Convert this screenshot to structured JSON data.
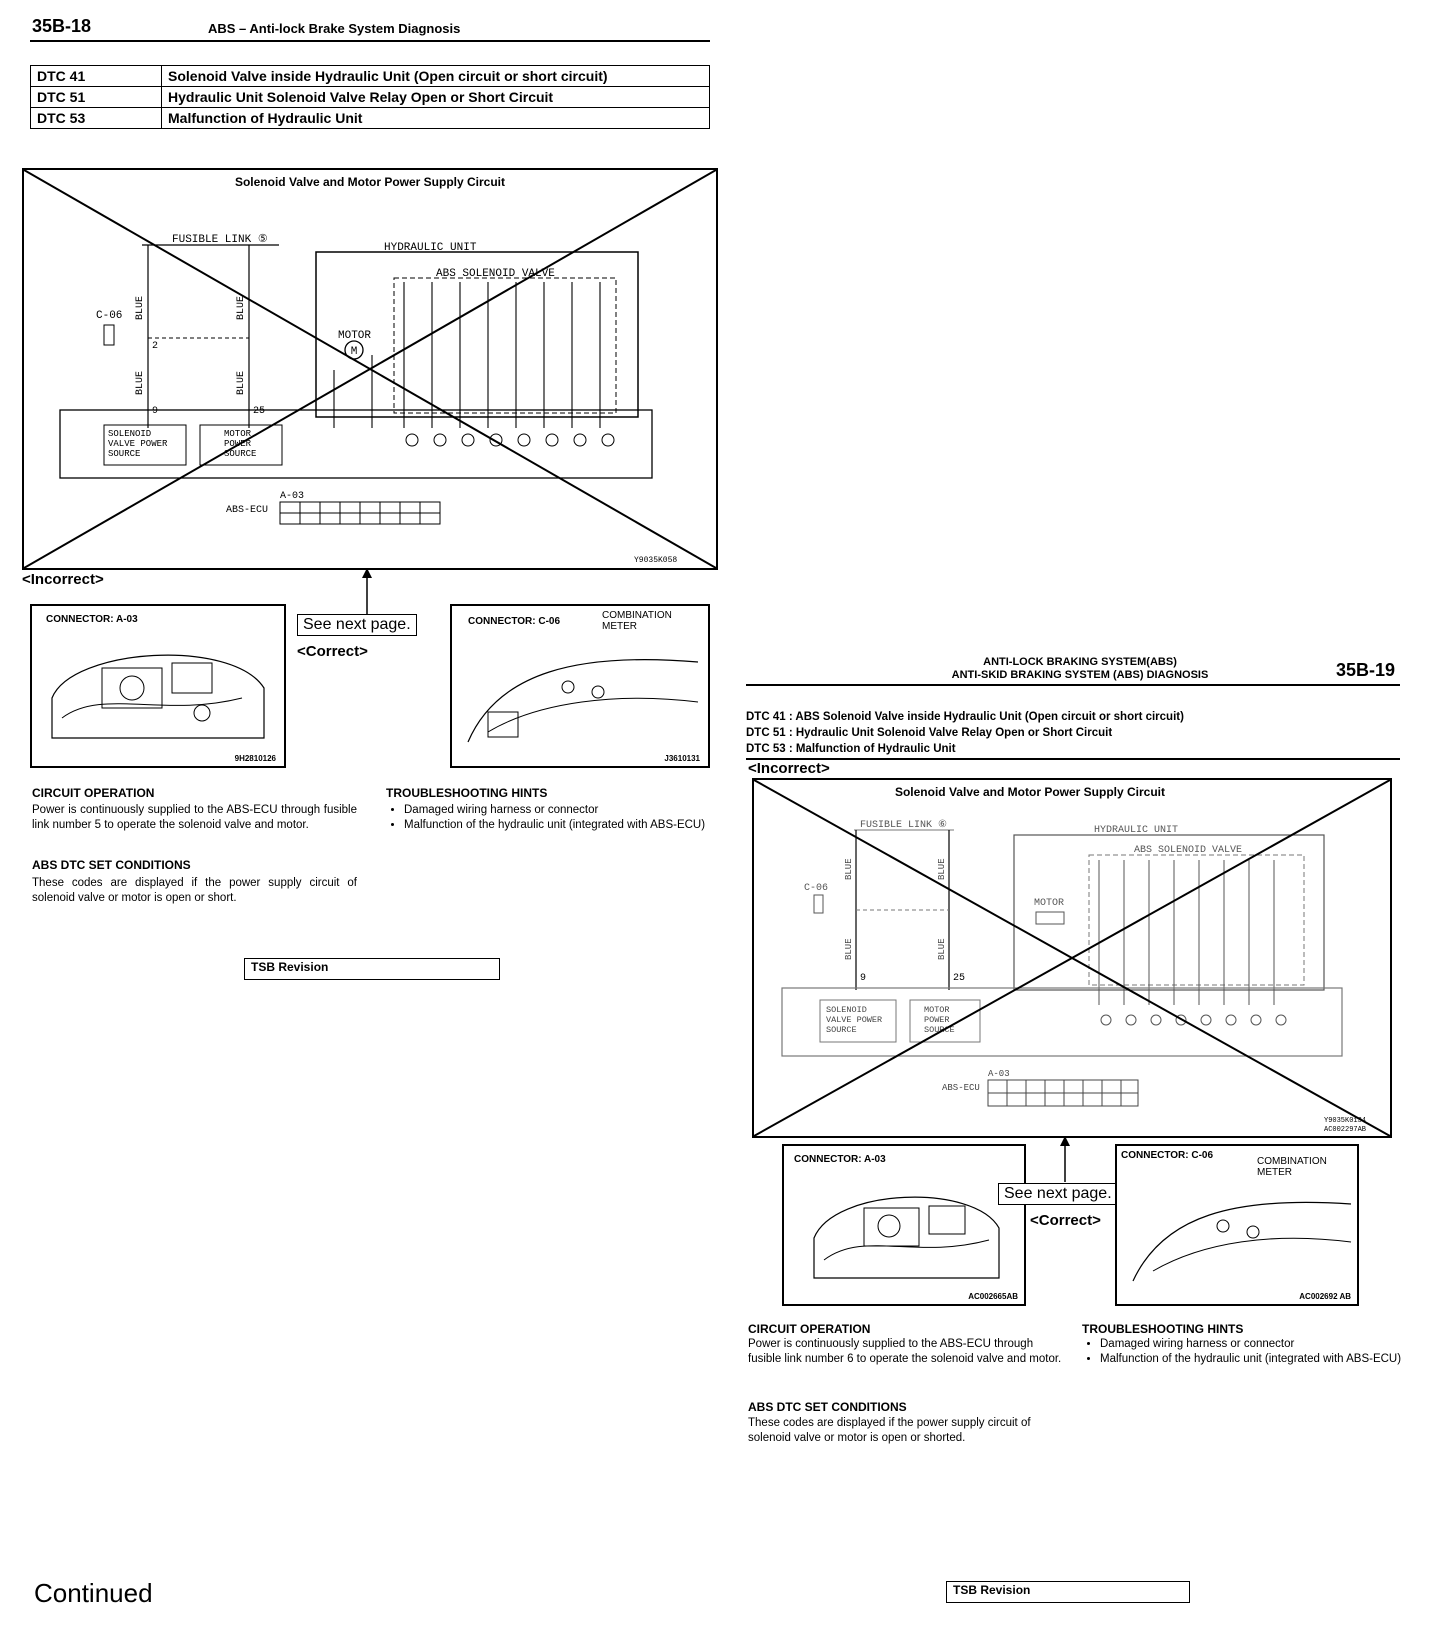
{
  "left": {
    "page_number": "35B-18",
    "header_title": "ABS – Anti-lock Brake System Diagnosis",
    "dtc_rows": [
      {
        "code": "DTC 41",
        "desc": "Solenoid Valve inside Hydraulic Unit (Open circuit or short circuit)"
      },
      {
        "code": "DTC 51",
        "desc": "Hydraulic Unit Solenoid Valve Relay Open or Short Circuit"
      },
      {
        "code": "DTC 53",
        "desc": "Malfunction of Hydraulic Unit"
      }
    ],
    "diagram": {
      "title": "Solenoid Valve and Motor Power Supply Circuit",
      "fusible_link": "FUSIBLE LINK ⑤",
      "hydraulic_unit": "HYDRAULIC UNIT",
      "solenoid_valve": "ABS SOLENOID VALVE",
      "motor": "MOTOR",
      "motor_symbol": "M",
      "wire_color": "BLUE",
      "connector": "C-06",
      "pin_2": "2",
      "pin_9": "9",
      "pin_25": "25",
      "box1": [
        "SOLENOID",
        "VALVE POWER",
        "SOURCE"
      ],
      "box2": [
        "MOTOR",
        "POWER",
        "SOURCE"
      ],
      "ecu_connector": "A-03",
      "ecu_label": "ABS-ECU",
      "code": "Y9035K058"
    },
    "incorrect_label": "<Incorrect>",
    "see_next": "See next page.",
    "correct_label": "<Correct>",
    "connector_a_label": "CONNECTOR: A-03",
    "connector_a_code": "9H2810126",
    "connector_c_label": "CONNECTOR: C-06",
    "combination_meter": "COMBINATION METER",
    "connector_c_code": "J3610131",
    "circuit_operation_title": "CIRCUIT OPERATION",
    "circuit_operation_text": "Power is continuously supplied to the ABS-ECU through fusible link number 5 to operate the solenoid valve and motor.",
    "abs_dtc_title": "ABS DTC SET CONDITIONS",
    "abs_dtc_text": "These codes are displayed if the power supply circuit of solenoid valve or motor is open or short.",
    "hints_title": "TROUBLESHOOTING HINTS",
    "hints": [
      "Damaged wiring harness or connector",
      "Malfunction of the hydraulic unit (integrated with ABS-ECU)"
    ],
    "tsb_revision": "TSB Revision",
    "continued": "Continued"
  },
  "right": {
    "page_number": "35B-19",
    "header_line1": "ANTI-LOCK BRAKING SYSTEM(ABS)",
    "header_line2": "ANTI-SKID BRAKING SYSTEM (ABS) DIAGNOSIS",
    "dtc_lines": [
      "DTC 41 : ABS Solenoid Valve inside Hydraulic Unit (Open circuit or short circuit)",
      "DTC 51 : Hydraulic Unit Solenoid Valve Relay Open or Short Circuit",
      "DTC 53 : Malfunction of Hydraulic Unit"
    ],
    "incorrect_label": "<Incorrect>",
    "diagram": {
      "title": "Solenoid Valve and Motor Power Supply Circuit",
      "fusible_link": "FUSIBLE LINK ⑥",
      "hydraulic_unit": "HYDRAULIC UNIT",
      "solenoid_valve": "ABS SOLENOID VALVE",
      "motor": "MOTOR",
      "wire_color": "BLUE",
      "connector": "C-06",
      "pin_9": "9",
      "pin_25": "25",
      "box1": [
        "SOLENOID",
        "VALVE POWER",
        "SOURCE"
      ],
      "box2": [
        "MOTOR",
        "POWER",
        "SOURCE"
      ],
      "ecu_connector": "A-03",
      "ecu_label": "ABS-ECU",
      "code1": "Y9035K0134",
      "code2": "AC002297AB"
    },
    "connector_a_label": "CONNECTOR: A-03",
    "connector_a_code": "AC002665AB",
    "see_next": "See next page.",
    "correct_label": "<Correct>",
    "connector_c_label": "CONNECTOR: C-06",
    "combination_meter": "COMBINATION METER",
    "connector_c_code": "AC002692 AB",
    "circuit_operation_title": "CIRCUIT OPERATION",
    "circuit_operation_text": "Power is continuously supplied to the ABS-ECU through fusible link number 6 to operate the solenoid valve and motor.",
    "abs_dtc_title": "ABS DTC SET CONDITIONS",
    "abs_dtc_text": "These codes are displayed if the power supply circuit of solenoid valve or motor is open or shorted.",
    "hints_title": "TROUBLESHOOTING HINTS",
    "hints": [
      "Damaged wiring harness or connector",
      "Malfunction of the hydraulic unit (integrated with ABS-ECU)"
    ],
    "tsb_revision": "TSB Revision"
  }
}
